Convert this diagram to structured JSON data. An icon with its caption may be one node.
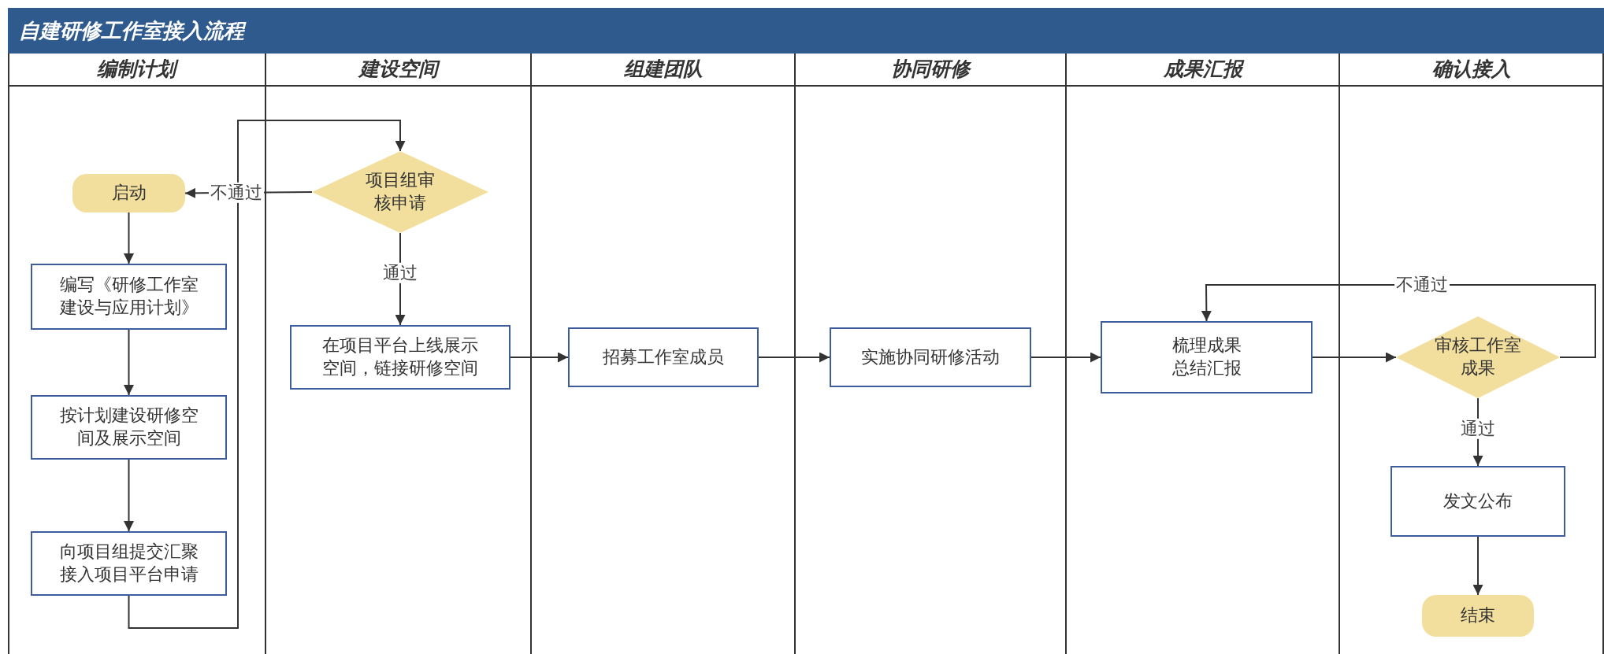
{
  "diagram": {
    "title": "自建研修工作室接入流程",
    "nodes": [
      {
        "text": [
          "编制计划"
        ]
      },
      {
        "text": [
          "建设空间"
        ]
      },
      {
        "text": [
          "组建团队"
        ]
      },
      {
        "text": [
          "协同研修"
        ]
      },
      {
        "text": [
          "成果汇报"
        ]
      },
      {
        "text": [
          "确认接入"
        ]
      },
      {
        "text": [
          "启动"
        ],
        "in": 0
      },
      {
        "text": [
          "编写《研修工作室建设与应用计划》"
        ],
        "in": 0
      },
      {
        "text": [
          "按计划建设研修空间及展示空间"
        ],
        "in": 0
      },
      {
        "text": [
          "向项目组提交汇聚接入项目平台申请"
        ],
        "in": 0
      },
      {
        "text": [
          "项目组审核申请"
        ],
        "in": 1
      },
      {
        "text": [
          "在项目平台上线展示空间，链接研修空间"
        ],
        "in": 1
      },
      {
        "text": [
          "招募工作室成员"
        ],
        "in": 2
      },
      {
        "text": [
          "实施协同研修活动"
        ],
        "in": 3
      },
      {
        "text": [
          "梳理成果总结汇报"
        ],
        "in": 4
      },
      {
        "text": [
          "审核工作室成果"
        ],
        "in": 5
      },
      {
        "text": [
          "发文公布"
        ],
        "in": 5
      },
      {
        "text": [
          "结束"
        ],
        "in": 5
      }
    ],
    "edges": [
      {
        "from": 6,
        "to": 7,
        "arrow": "to"
      },
      {
        "from": 7,
        "to": 8,
        "arrow": "to"
      },
      {
        "from": 8,
        "to": 9,
        "arrow": "to"
      },
      {
        "from": 9,
        "to": 10,
        "arrow": "to"
      },
      {
        "from": 10,
        "to": 6,
        "arrow": "to",
        "label": "不通过"
      },
      {
        "from": 10,
        "to": 11,
        "arrow": "to",
        "label": "通过"
      },
      {
        "from": 11,
        "to": 12,
        "arrow": "to"
      },
      {
        "from": 12,
        "to": 13,
        "arrow": "to"
      },
      {
        "from": 13,
        "to": 14,
        "arrow": "to"
      },
      {
        "from": 14,
        "to": 15,
        "arrow": "to"
      },
      {
        "from": 15,
        "to": 14,
        "arrow": "to",
        "label": "不通过"
      },
      {
        "from": 15,
        "to": 16,
        "arrow": "to",
        "label": "通过"
      },
      {
        "from": 16,
        "to": 17,
        "arrow": "to"
      }
    ]
  }
}
